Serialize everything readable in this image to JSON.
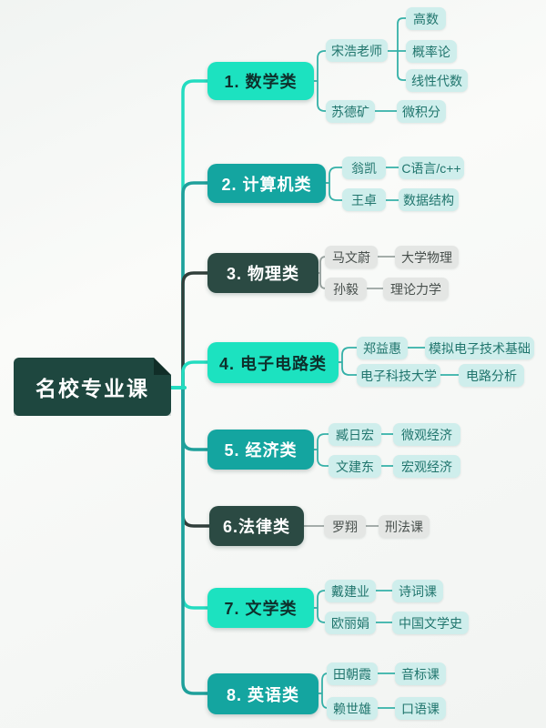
{
  "root": {
    "label": "名校专业课"
  },
  "branches": [
    {
      "label": "1. 数学类",
      "children": [
        {
          "name": "宋浩老师",
          "courses": [
            "高数",
            "概率论",
            "线性代数"
          ]
        },
        {
          "name": "苏德矿",
          "courses": [
            "微积分"
          ]
        }
      ]
    },
    {
      "label": "2. 计算机类",
      "children": [
        {
          "name": "翁凯",
          "courses": [
            "C语言/c++"
          ]
        },
        {
          "name": "王卓",
          "courses": [
            "数据结构"
          ]
        }
      ]
    },
    {
      "label": "3. 物理类",
      "children": [
        {
          "name": "马文蔚",
          "courses": [
            "大学物理"
          ]
        },
        {
          "name": "孙毅",
          "courses": [
            "理论力学"
          ]
        }
      ]
    },
    {
      "label": "4. 电子电路类",
      "children": [
        {
          "name": "郑益惠",
          "courses": [
            "模拟电子技术基础"
          ]
        },
        {
          "name": "电子科技大学",
          "courses": [
            "电路分析"
          ]
        }
      ]
    },
    {
      "label": "5. 经济类",
      "children": [
        {
          "name": "臧日宏",
          "courses": [
            "微观经济"
          ]
        },
        {
          "name": "文建东",
          "courses": [
            "宏观经济"
          ]
        }
      ]
    },
    {
      "label": "6.法律类",
      "children": [
        {
          "name": "罗翔",
          "courses": [
            "刑法课"
          ]
        }
      ]
    },
    {
      "label": "7. 文学类",
      "children": [
        {
          "name": "戴建业",
          "courses": [
            "诗词课"
          ]
        },
        {
          "name": "欧丽娟",
          "courses": [
            "中国文学史"
          ]
        }
      ]
    },
    {
      "label": "8. 英语类",
      "children": [
        {
          "name": "田朝霞",
          "courses": [
            "音标课"
          ]
        },
        {
          "name": "赖世雄",
          "courses": [
            "口语课"
          ]
        }
      ]
    }
  ],
  "colors": {
    "bright_cyan": "#1ce2c0",
    "bright_text": "#0e302c",
    "teal": "#14a5a0",
    "dark_green": "#2b4a43",
    "root_green": "#1e473f",
    "fold": "#112e28",
    "child_teal_bg": "#cfeeec",
    "child_teal_text": "#20756d",
    "child_gray_bg": "#e4e6e4",
    "child_gray_text": "#474f4c",
    "line_cyan": "#23dcc0",
    "line_teal": "#1fa09b",
    "line_dark": "#313f3b",
    "line_thin_teal": "#35b1a8",
    "line_thin_gray": "#98a29f",
    "background": "#f6f8f6"
  }
}
